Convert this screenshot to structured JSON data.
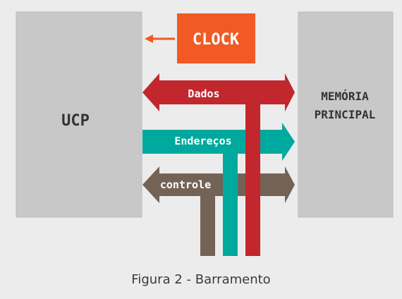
{
  "diagram": {
    "cpu_label": "UCP",
    "memory_label_line1": "MEMÓRIA",
    "memory_label_line2": "PRINCIPAL",
    "clock_label": "CLOCK",
    "bus_data_label": "Dados",
    "bus_address_label": "Endereços",
    "bus_control_label": "controle"
  },
  "caption": "Figura 2 - Barramento",
  "colors": {
    "background": "#ececec",
    "box_fill": "#c8c8c8",
    "box_stroke": "#bdbdbd",
    "clock": "#f15a24",
    "data_bus": "#c1272d",
    "address_bus": "#00a99d",
    "control_bus": "#736357",
    "label_text": "#333333",
    "bus_text": "#ffffff"
  }
}
